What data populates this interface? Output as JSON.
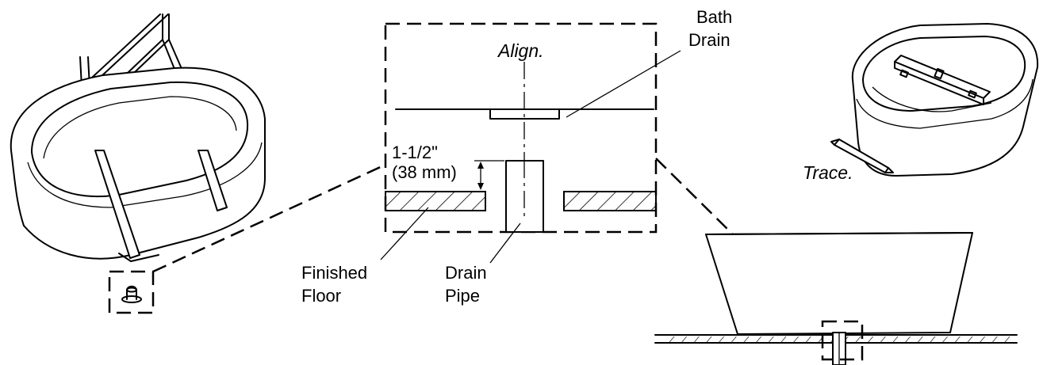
{
  "labels": {
    "align": "Align.",
    "bath_drain_line1": "Bath",
    "bath_drain_line2": "Drain",
    "dimension_line1": "1-1/2\"",
    "dimension_line2": "(38 mm)",
    "finished_floor_line1": "Finished",
    "finished_floor_line2": "Floor",
    "drain_pipe_line1": "Drain",
    "drain_pipe_line2": "Pipe",
    "trace": "Trace."
  }
}
